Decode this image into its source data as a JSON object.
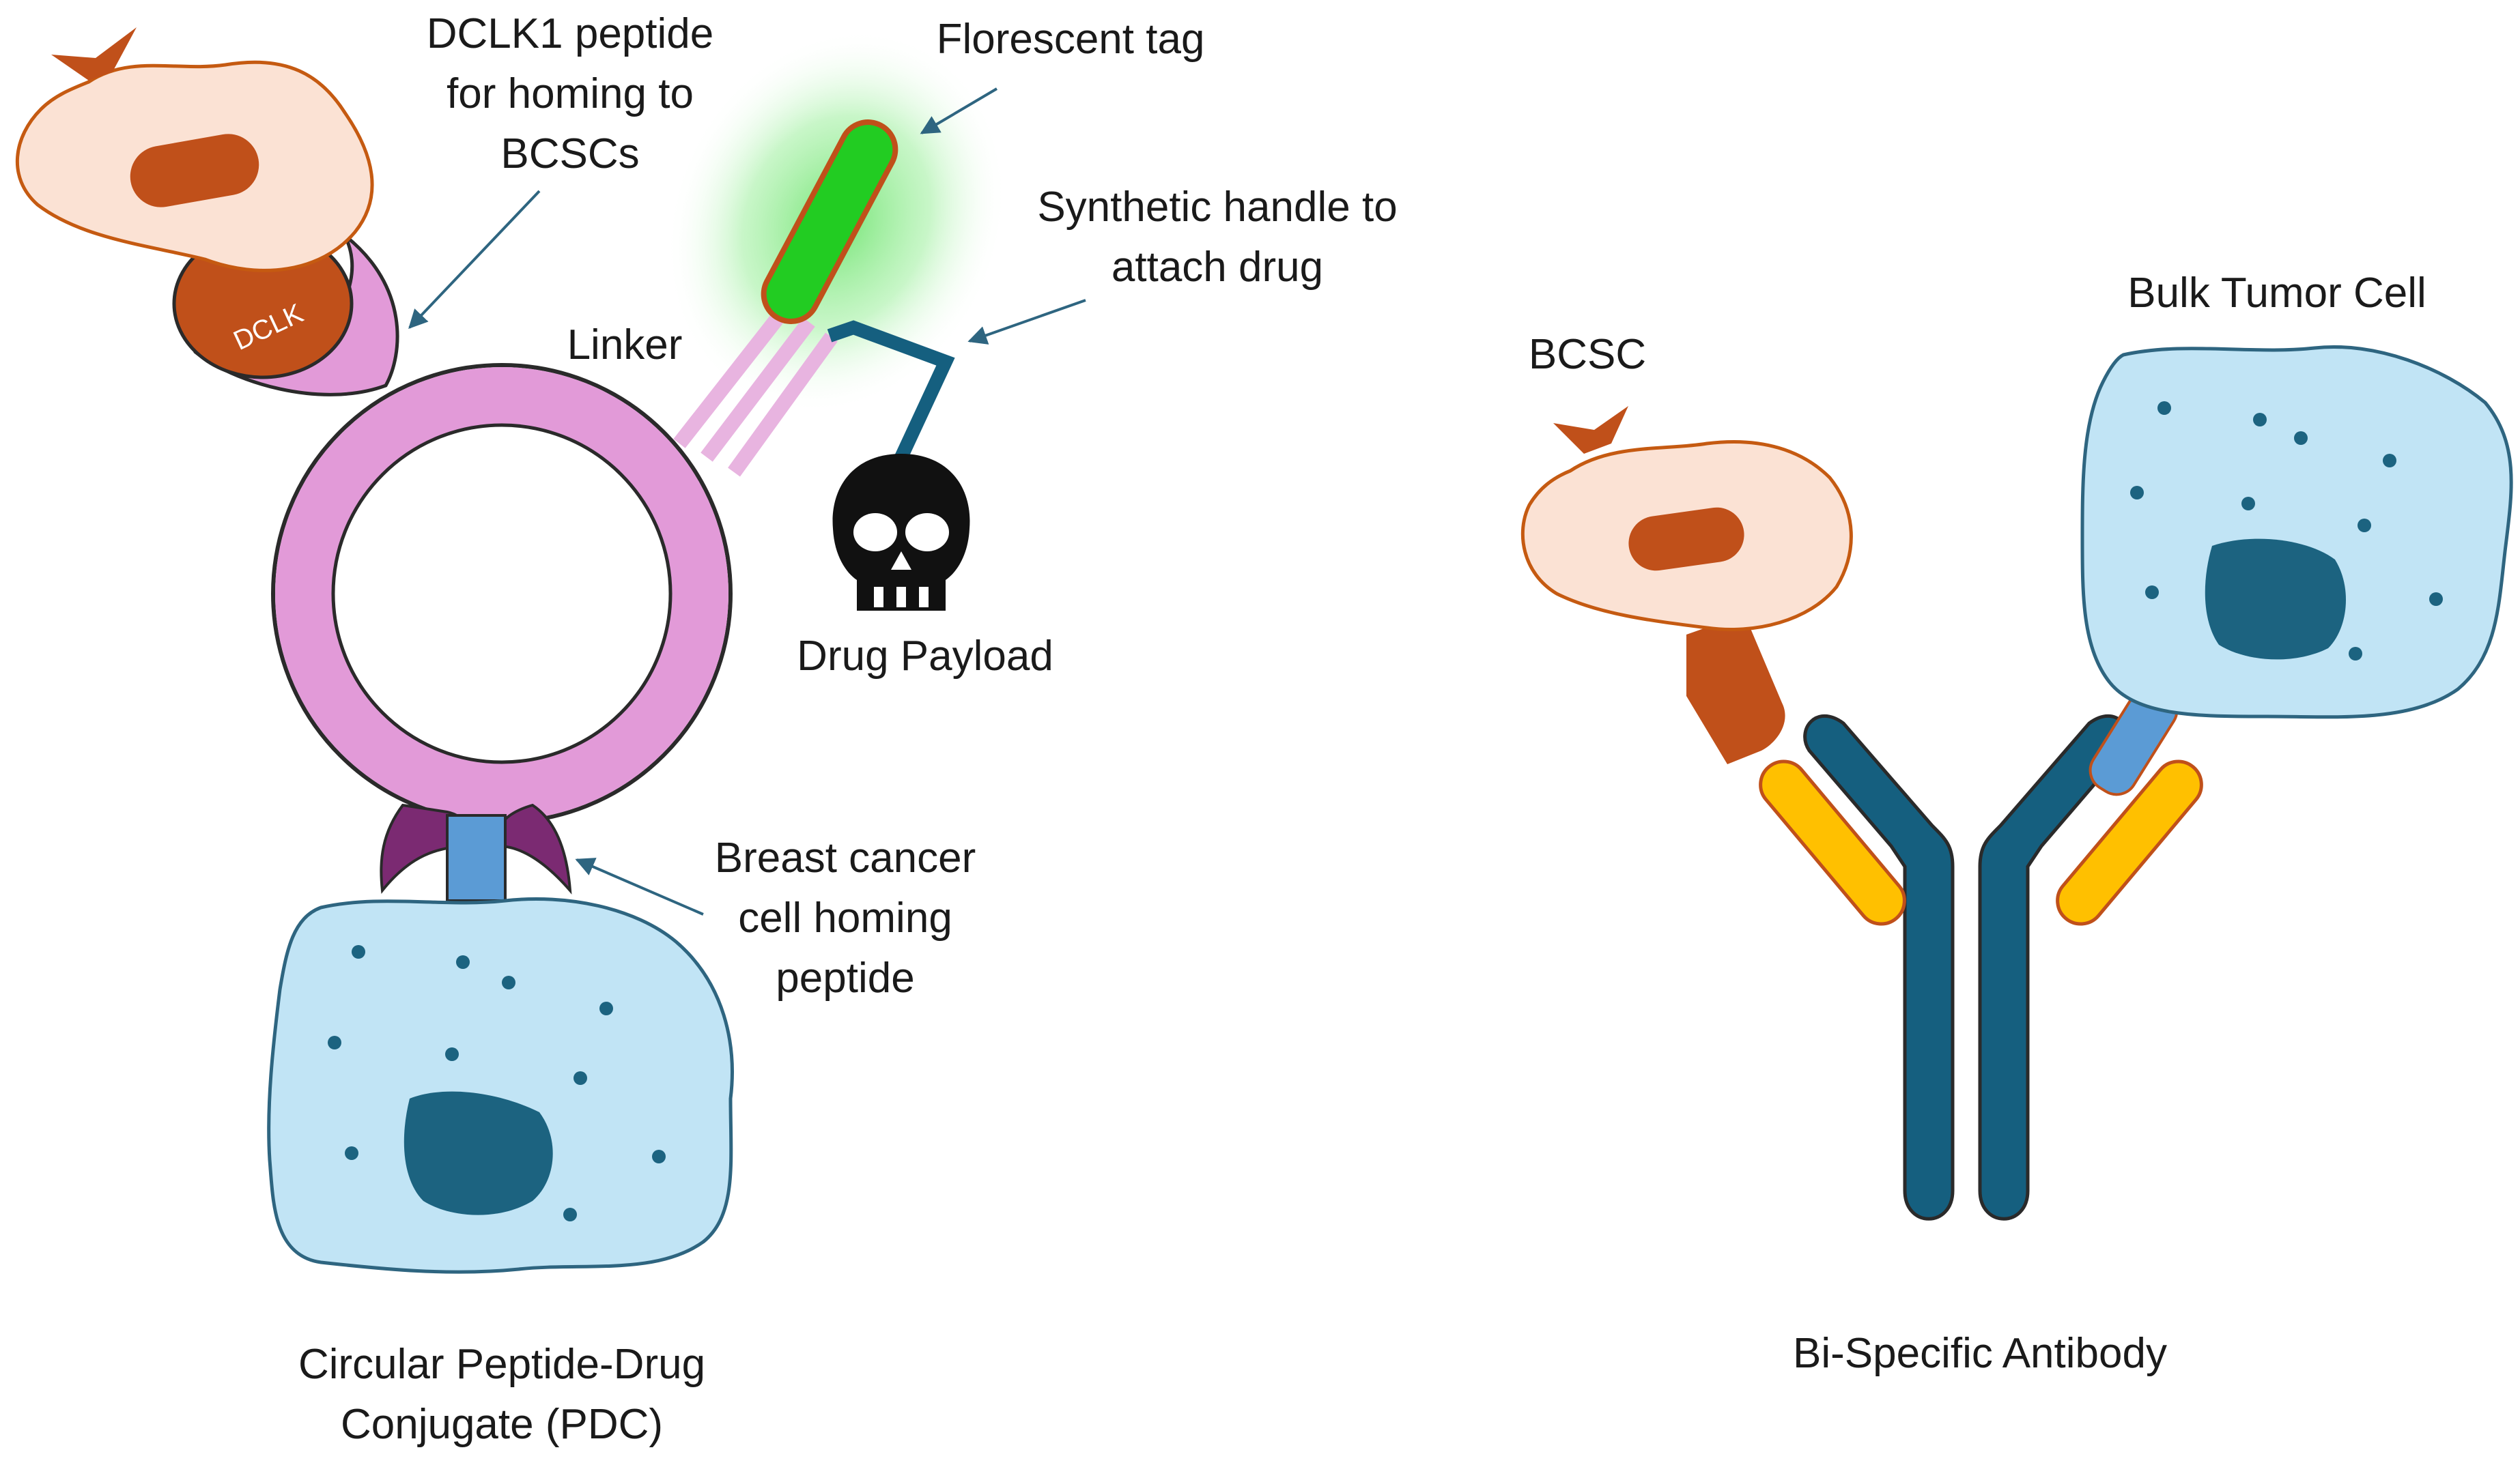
{
  "labels": {
    "dclk1_peptide": [
      "DCLK1 peptide",
      "for homing to",
      "BCSCs"
    ],
    "florescent_tag": "Florescent tag",
    "synthetic_handle": [
      "Synthetic handle to",
      "attach drug"
    ],
    "linker": "Linker",
    "drug_payload": "Drug Payload",
    "breast_cancer_peptide": [
      "Breast cancer",
      "cell homing",
      "peptide"
    ],
    "pdc_caption": [
      "Circular Peptide-Drug",
      "Conjugate (PDC)"
    ],
    "bcsc": "BCSC",
    "bulk_tumor_cell": "Bulk Tumor Cell",
    "bispecific_caption": "Bi-Specific Antibody",
    "dclk_marker": "DCLK"
  },
  "colors": {
    "bcsc_cell_fill": "#fbe2d4",
    "bcsc_cell_stroke": "#c55a11",
    "rust": "#c0501a",
    "ring_pink": "#e29ad8",
    "linker_pink": "#e8b4e0",
    "tumor_cell_fill": "#c1e4f5",
    "tumor_nucleus": "#1c6380",
    "antibody_blue": "#155f7f",
    "antibody_yellow": "#ffc000",
    "tag_green": "#22cc22",
    "tumor_peptide_blue": "#5b9bd5",
    "receptor_purple": "#7b2a72",
    "arrow_color": "#2e6580"
  },
  "icons": {
    "drug_payload": "skull-icon"
  }
}
